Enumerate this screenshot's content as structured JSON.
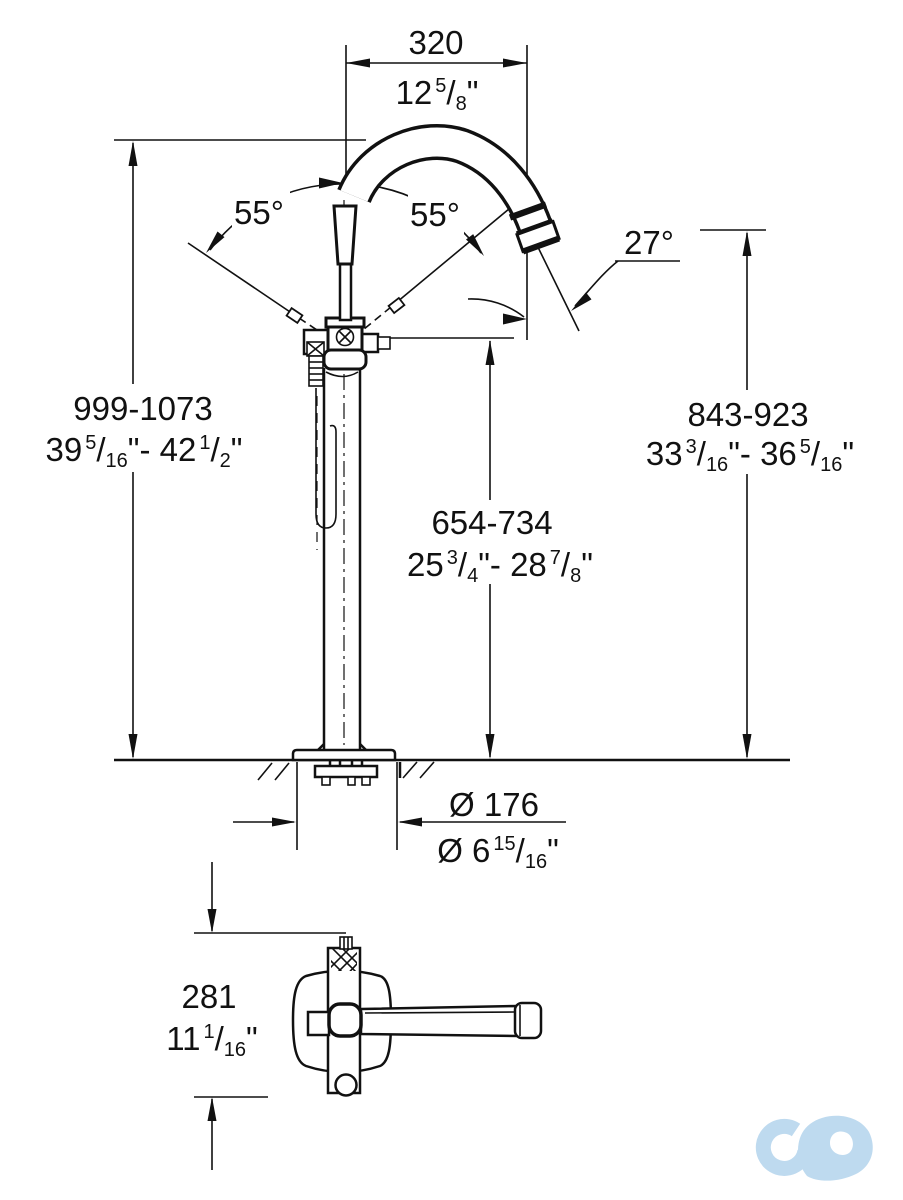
{
  "punct": {
    "slash": "/",
    "quote": "\"",
    "sep": "- "
  },
  "dimensions": {
    "spout_reach": {
      "mm": "320",
      "inch": {
        "w": "12",
        "n": "5",
        "d": "8"
      }
    },
    "total_height": {
      "mm": "999-1073",
      "inch": {
        "w1": "39",
        "n1": "5",
        "d1": "16",
        "w2": "42",
        "n2": "1",
        "d2": "2"
      }
    },
    "outlet_height": {
      "mm": "843-923",
      "inch": {
        "w1": "33",
        "n1": "3",
        "d1": "16",
        "w2": "36",
        "n2": "5",
        "d2": "16"
      }
    },
    "connection_height": {
      "mm": "654-734",
      "inch": {
        "w1": "25",
        "n1": "3",
        "d1": "4",
        "w2": "28",
        "n2": "7",
        "d2": "8"
      }
    },
    "base_diameter": {
      "mm": "Ø 176",
      "inch": {
        "w": "Ø 6",
        "n": "15",
        "d": "16"
      }
    },
    "base_depth": {
      "mm": "281",
      "inch": {
        "w": "11",
        "n": "1",
        "d": "16"
      }
    }
  },
  "angles": {
    "handle_swing_left": "55°",
    "handle_swing_right": "55°",
    "spout_outlet": "27°"
  },
  "colors": {
    "logo": "#bedaef",
    "line": "#111111"
  }
}
